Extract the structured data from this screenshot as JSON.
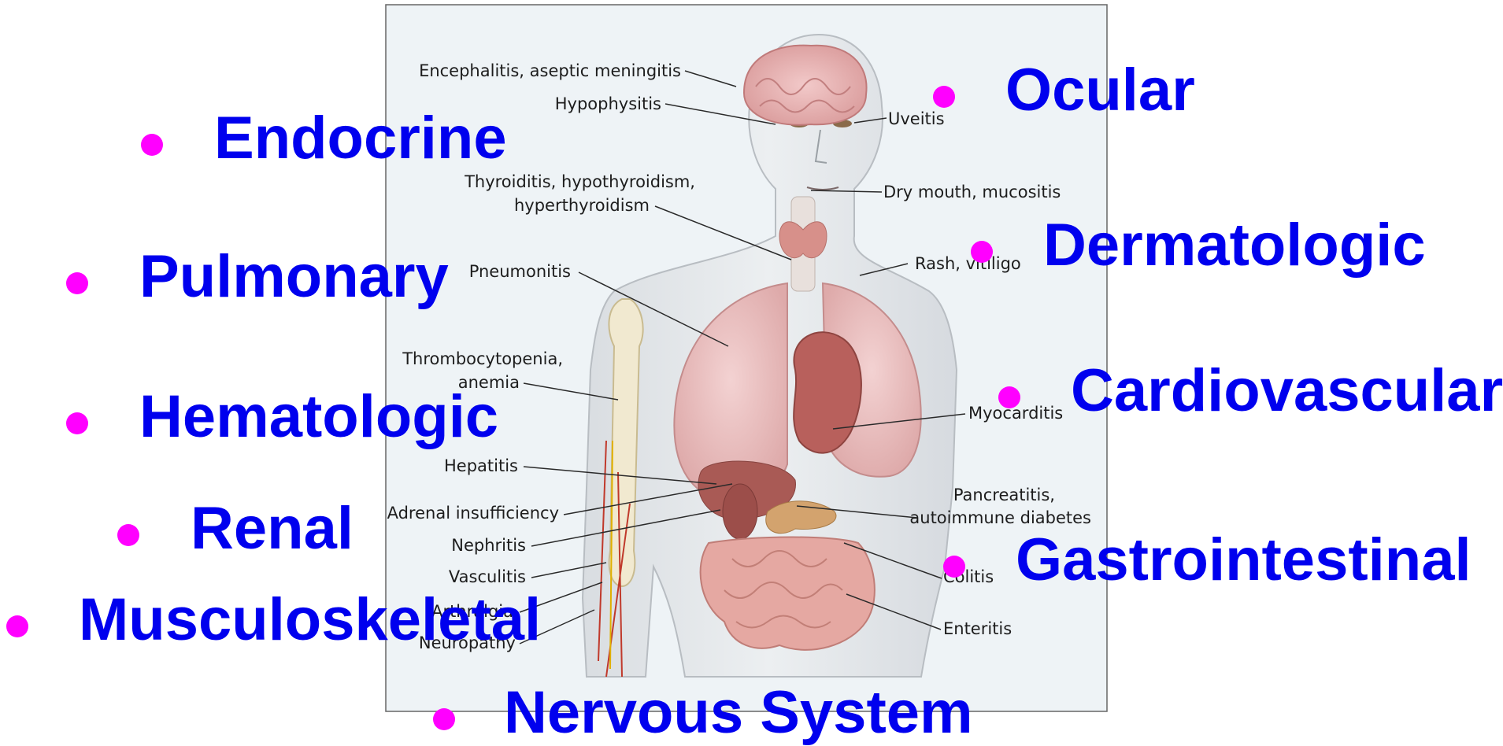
{
  "colors": {
    "system_text": "#0000ee",
    "bullet": "#ff00ff",
    "panel_bg": "#eef3f6",
    "panel_border": "#666666"
  },
  "systems": {
    "endocrine": "Endocrine",
    "pulmonary": "Pulmonary",
    "hematologic": "Hematologic",
    "renal": "Renal",
    "musculoskeletal": "Musculoskeletal",
    "nervous": "Nervous System",
    "ocular": "Ocular",
    "dermatologic": "Dermatologic",
    "cardiovascular": "Cardiovascular",
    "gastrointestinal": "Gastrointestinal"
  },
  "annotations": {
    "encephalitis": "Encephalitis, aseptic meningitis",
    "hypophysitis": "Hypophysitis",
    "thyroiditis_1": "Thyroiditis, hypothyroidism,",
    "thyroiditis_2": "hyperthyroidism",
    "pneumonitis": "Pneumonitis",
    "thrombocytopenia_1": "Thrombocytopenia,",
    "thrombocytopenia_2": "anemia",
    "hepatitis": "Hepatitis",
    "adrenal": "Adrenal insufficiency",
    "nephritis": "Nephritis",
    "vasculitis": "Vasculitis",
    "arthralgia": "Arthralgia",
    "neuropathy": "Neuropathy",
    "uveitis": "Uveitis",
    "dry_mouth": "Dry mouth, mucositis",
    "rash": "Rash, vitiligo",
    "myocarditis": "Myocarditis",
    "pancreatitis_1": "Pancreatitis,",
    "pancreatitis_2": "autoimmune diabetes",
    "colitis": "Colitis",
    "enteritis": "Enteritis"
  }
}
